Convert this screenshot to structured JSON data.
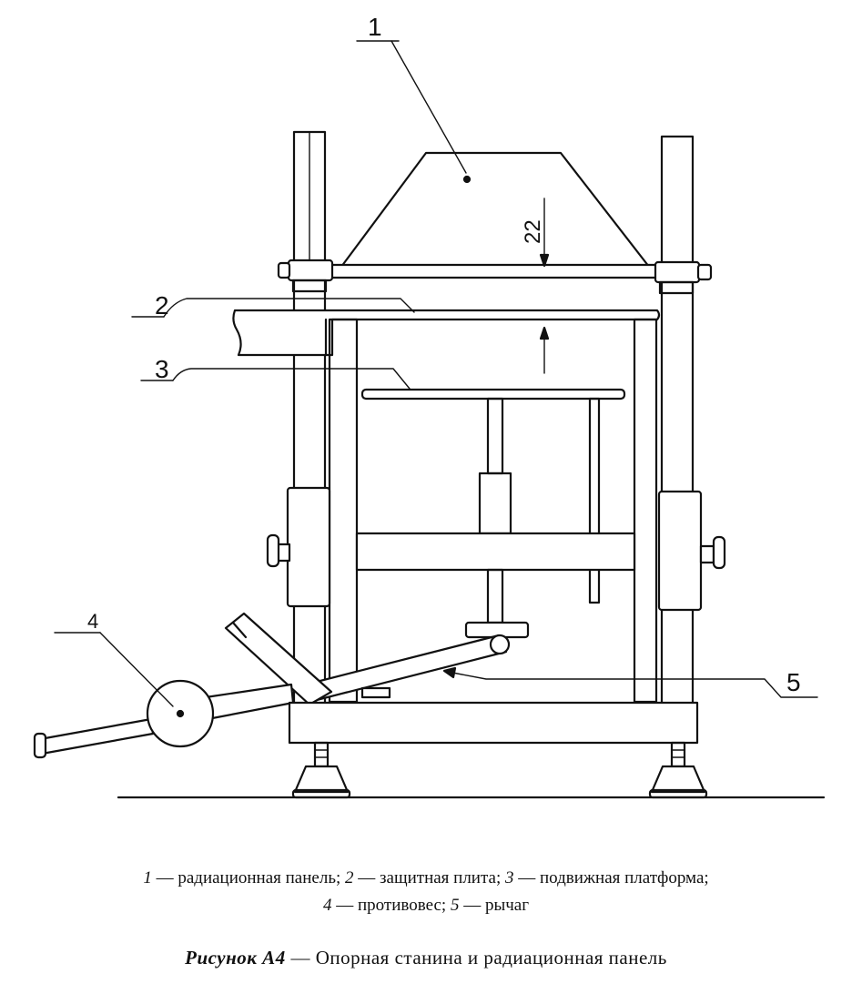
{
  "callouts": {
    "c1": "1",
    "c2": "2",
    "c3": "3",
    "c4": "4",
    "c5": "5"
  },
  "dimension": "22",
  "legend": [
    {
      "num": "1",
      "text": " — радиационная панель; "
    },
    {
      "num": "2",
      "text": " — защитная плита; "
    },
    {
      "num": "3",
      "text": " — подвижная платформа;"
    },
    {
      "num": "4",
      "text": " — противовес; "
    },
    {
      "num": "5",
      "text": " — рычаг"
    }
  ],
  "caption": {
    "label": "Рисунок А4",
    "text": " — Опорная станина и радиационная панель"
  }
}
